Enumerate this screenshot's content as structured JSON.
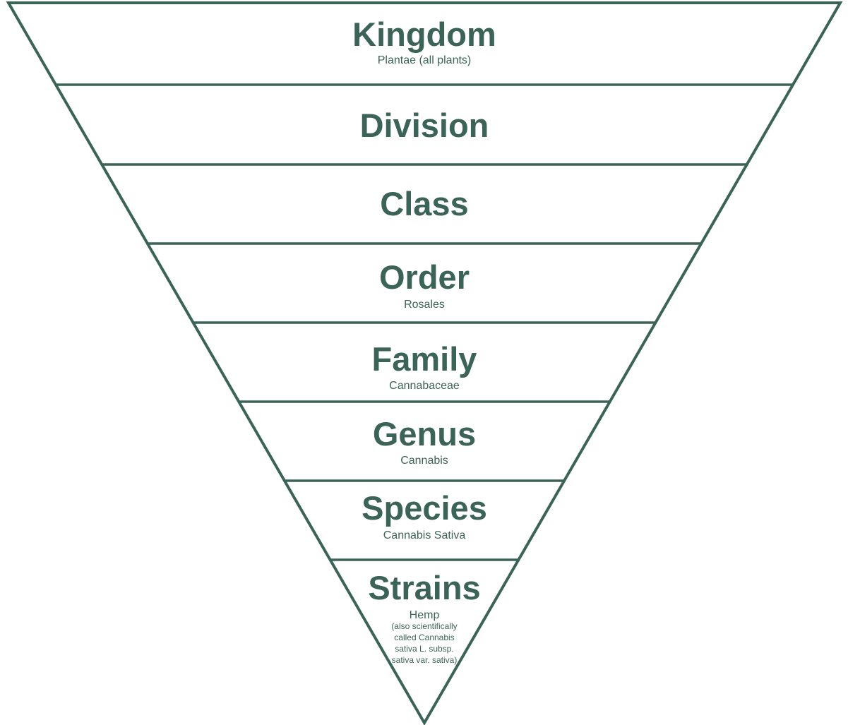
{
  "colors": {
    "ink": "#3b6358",
    "background": "#ffffff"
  },
  "tiers": [
    {
      "title": "Kingdom",
      "subtitle": "Plantae (all plants)",
      "note": []
    },
    {
      "title": "Division",
      "subtitle": "",
      "note": []
    },
    {
      "title": "Class",
      "subtitle": "",
      "note": []
    },
    {
      "title": "Order",
      "subtitle": "Rosales",
      "note": []
    },
    {
      "title": "Family",
      "subtitle": "Cannabaceae",
      "note": []
    },
    {
      "title": "Genus",
      "subtitle": "Cannabis",
      "note": []
    },
    {
      "title": "Species",
      "subtitle": "Cannabis Sativa",
      "note": []
    },
    {
      "title": "Strains",
      "subtitle": "Hemp",
      "note": [
        "(also scientifically",
        "called Cannabis",
        "sativa L. subsp.",
        "sativa var. sativa)"
      ]
    }
  ]
}
